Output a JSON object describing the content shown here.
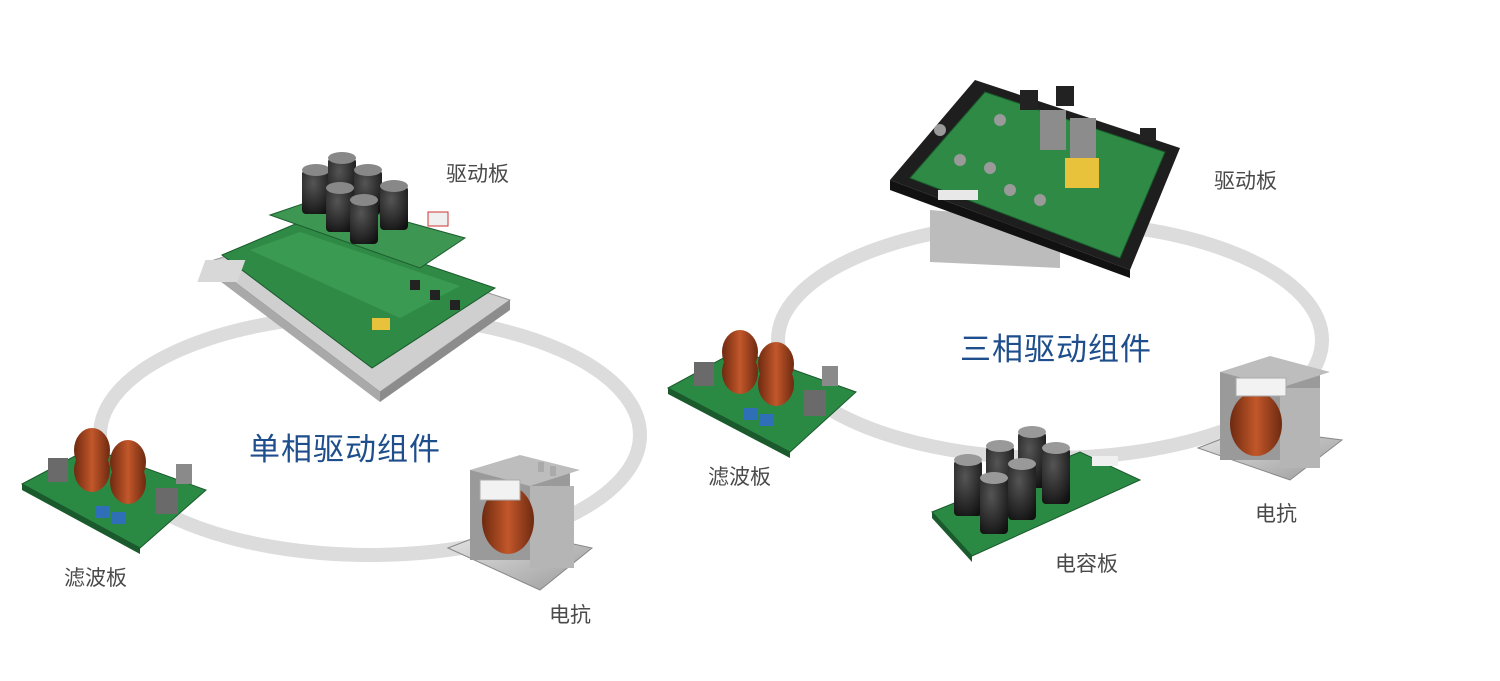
{
  "single_phase": {
    "title": "单相驱动组件",
    "drive_board": "驱动板",
    "filter_board": "滤波板",
    "reactor": "电抗"
  },
  "three_phase": {
    "title": "三相驱动组件",
    "drive_board": "驱动板",
    "filter_board": "滤波板",
    "capacitor_board": "电容板",
    "reactor": "电抗"
  },
  "colors": {
    "title": "#1f4e8c",
    "label": "#4a4a4a",
    "ring": "#d9d9d9",
    "pcb": "#1f7a3a",
    "copper_coil": "#a0401c"
  }
}
